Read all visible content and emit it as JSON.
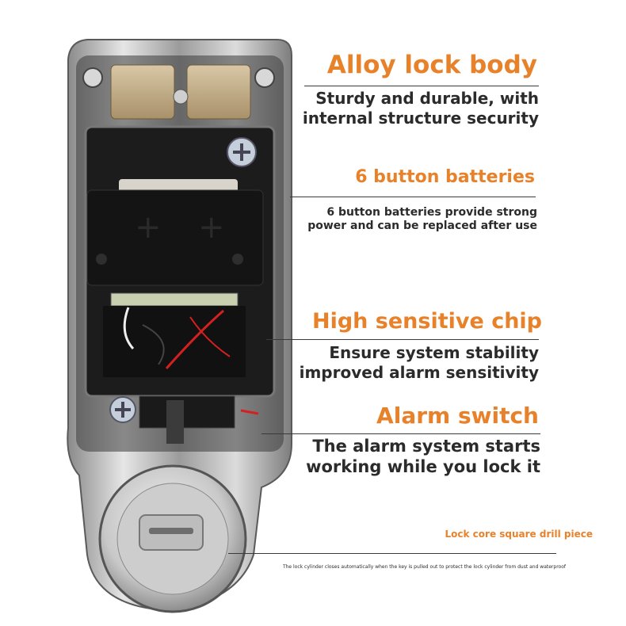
{
  "callouts": [
    {
      "title": "Alloy lock body",
      "lines": [
        "Sturdy and durable, with",
        "internal structure security"
      ]
    },
    {
      "title": "6 button batteries",
      "lines": [
        "6 button batteries provide strong",
        "power and can be replaced after use"
      ]
    },
    {
      "title": "High sensitive chip",
      "lines": [
        "Ensure system stability",
        "improved alarm sensitivity"
      ]
    },
    {
      "title": "Alarm switch",
      "lines": [
        "The alarm system starts",
        "working while you lock it"
      ]
    }
  ],
  "lock_core": {
    "title": "Lock core square drill piece",
    "note": "The lock cylinder closes automatically when the key is pulled out to protect the lock cylinder from dust and waterproof"
  },
  "colors": {
    "accent": "#e8822a",
    "text": "#2b2b2b",
    "metal": "#c9c9c9",
    "dark": "#1c1c1c"
  }
}
